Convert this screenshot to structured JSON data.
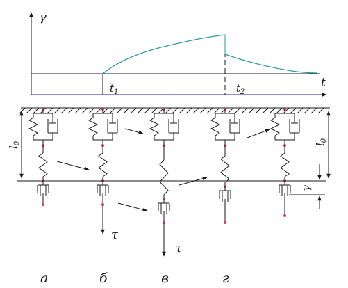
{
  "colors": {
    "line": "#1a1a1a",
    "curve": "#2a9d9d",
    "axis": "#1a1ae0",
    "node": "#e0307a"
  },
  "graph": {
    "y_axis_label": "γ",
    "x_axis_label": "t",
    "t1_label": "t",
    "t1_sub": "1",
    "t2_label": "t",
    "t2_sub": "2"
  },
  "dimensions": {
    "l0_left": "l",
    "l0_left_sub": "0",
    "l0_right": "l",
    "l0_right_sub": "0",
    "gamma_marker": "γ"
  },
  "stress_labels": {
    "b": "τ",
    "v": "τ"
  },
  "models": [
    {
      "id": "a",
      "caption": "а"
    },
    {
      "id": "b",
      "caption": "б"
    },
    {
      "id": "v",
      "caption": "в"
    },
    {
      "id": "g",
      "caption": "г"
    },
    {
      "id": "d",
      "caption": ""
    }
  ]
}
